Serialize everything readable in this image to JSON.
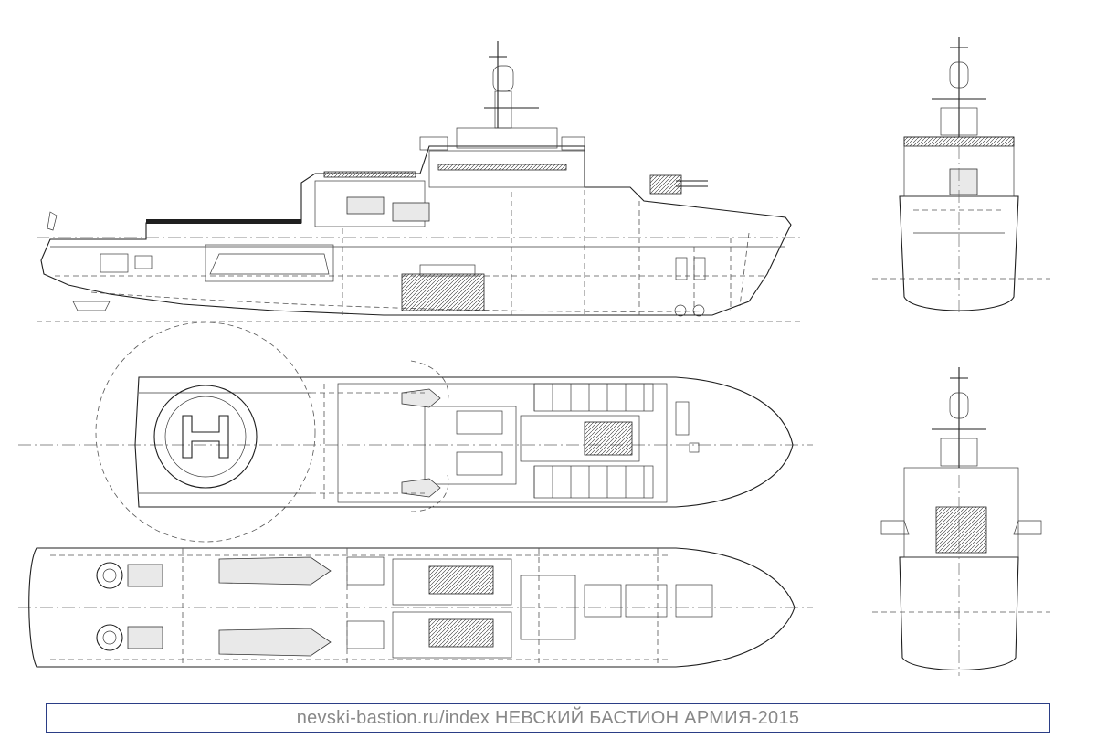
{
  "image": {
    "views": [
      "side-profile",
      "top-deck-plan",
      "lower-deck-plan",
      "front-view",
      "rear-view"
    ],
    "colors": {
      "ink": "#1f1f1f",
      "caption_text": "#888888",
      "caption_border": "#2b3e86",
      "background": "#ffffff"
    }
  },
  "caption": {
    "text": "nevski-bastion.ru/index НЕВСКИЙ БАСТИОН АРМИЯ-2015"
  }
}
